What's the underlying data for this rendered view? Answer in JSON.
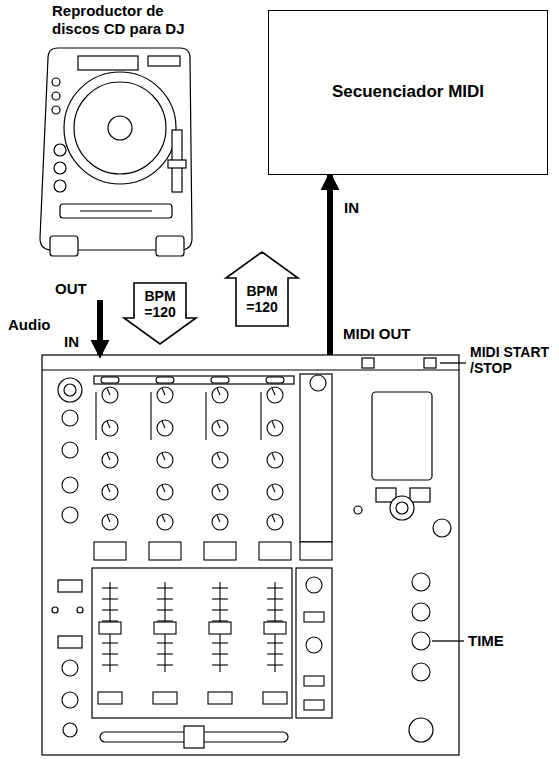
{
  "diagram": {
    "nodes": [
      {
        "text": [
          "Reproductor de discos CD para DJ",
          "OUT"
        ]
      },
      {
        "text": [
          "Secuenciador MIDI",
          "IN"
        ]
      },
      {
        "text": [
          "IN",
          "MIDI OUT"
        ]
      }
    ],
    "edges": [
      {
        "from": 0,
        "to": 2,
        "arrow": "to",
        "label": "Audio"
      },
      {
        "from": 2,
        "to": 1,
        "arrow": "to"
      }
    ],
    "labels": [
      "BPM =120",
      "BPM =120",
      "MIDI START /STOP",
      "TIME"
    ]
  }
}
